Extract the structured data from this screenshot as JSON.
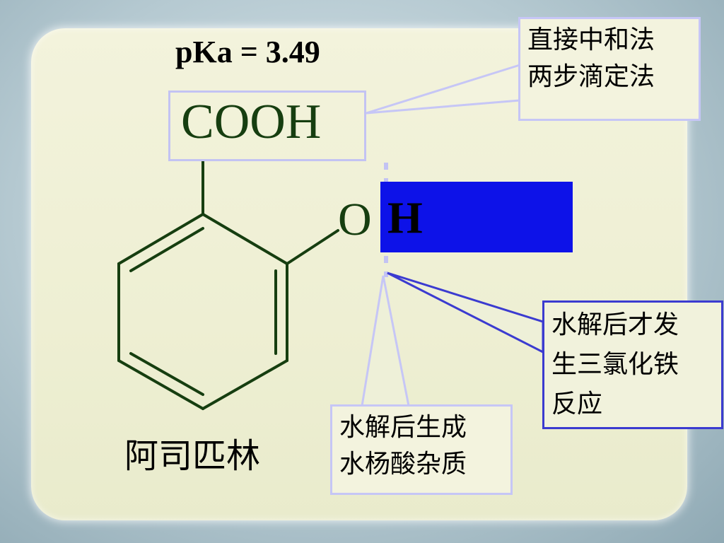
{
  "pka_label": "pKa = 3.49",
  "cooh_label": "COOH",
  "oh_o_label": "O",
  "oh_h_label": "H",
  "compound_name": "阿司匹林",
  "callouts": {
    "carboxyl_methods": [
      "直接中和法",
      "两步滴定法"
    ],
    "ferric_chloride": [
      "水解后才发",
      "生三氯化铁",
      "反应"
    ],
    "hydrolysis_impurity": [
      "水解后生成",
      "水杨酸杂质"
    ]
  },
  "colors": {
    "bond": "#163e10",
    "highlight": "#0d12e8",
    "callout_light_border": "#c6c6f6",
    "callout_dark_border": "#3b3bd0"
  }
}
